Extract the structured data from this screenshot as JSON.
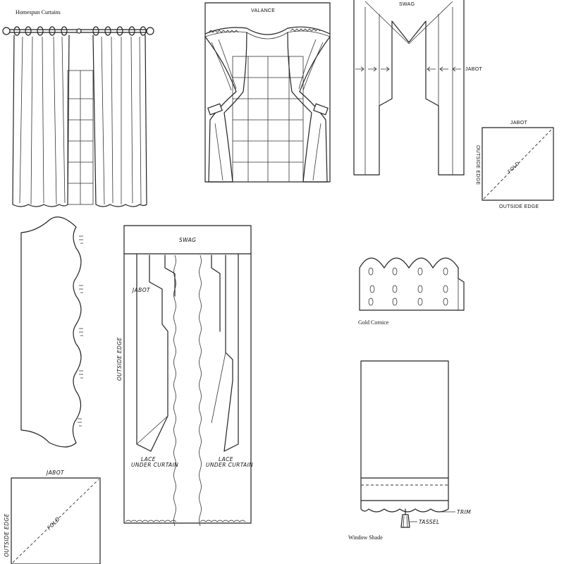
{
  "captions": {
    "homespun": "Homespun Curtains",
    "gold_cornice": "Gold Cornice",
    "window_shade": "Window Shade"
  },
  "labels": {
    "valance": "VALANCE",
    "swag_top": "SWAG",
    "jabot_top": "JABOT",
    "jabot_square_top": "JABOT",
    "outside_edge_square_right": "OUTSIDE EDGE",
    "outside_edge_square_bottom": "OUTSIDE EDGE",
    "fold_square_right": "FOLD",
    "swag_panel": "SWAG",
    "jabot_panel": "JABOT",
    "outside_edge_panel": "OUTSIDE EDGE",
    "lace_left_1": "LACE",
    "lace_left_2": "UNDER CURTAIN",
    "lace_right_1": "LACE",
    "lace_right_2": "UNDER CURTAIN",
    "jabot_bottom_square": "JABOT",
    "fold_bottom_square": "FOLD",
    "outside_edge_bottom_square": "OUTSIDE EDGE",
    "trim": "TRIM",
    "tassel": "TASSEL"
  }
}
